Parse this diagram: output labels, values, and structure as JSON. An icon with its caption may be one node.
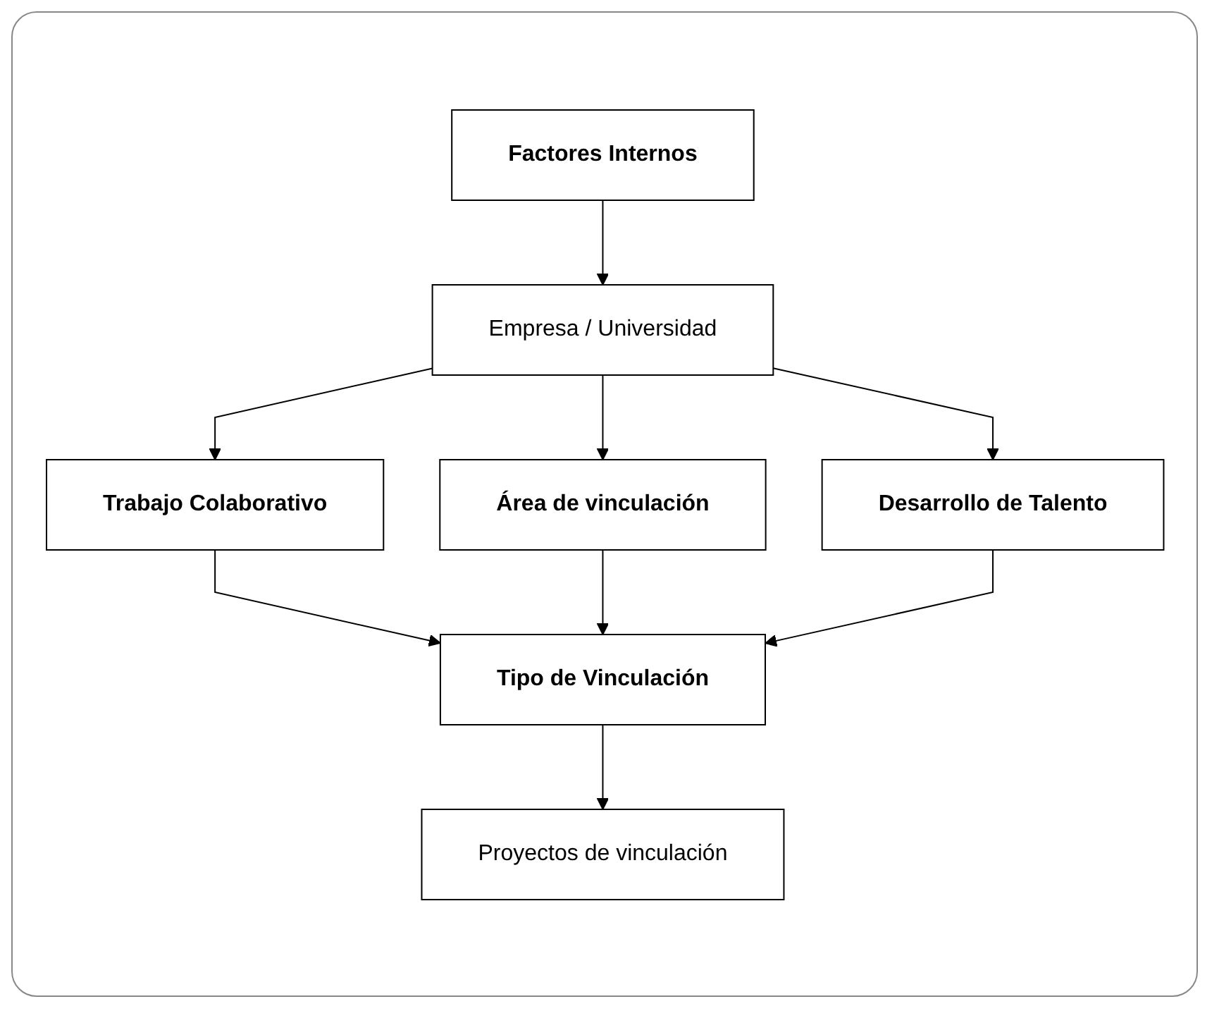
{
  "diagram": {
    "nodes": [
      {
        "text": [
          "Factores Internos"
        ]
      },
      {
        "text": [
          "Empresa / Universidad"
        ]
      },
      {
        "text": [
          "Trabajo Colaborativo"
        ]
      },
      {
        "text": [
          "Área de vinculación"
        ]
      },
      {
        "text": [
          "Desarrollo de Talento"
        ]
      },
      {
        "text": [
          "Tipo de Vinculación"
        ]
      },
      {
        "text": [
          "Proyectos de vinculación"
        ]
      }
    ],
    "edges": [
      {
        "from": 0,
        "to": 1,
        "arrow": "to"
      },
      {
        "from": 1,
        "to": 2,
        "arrow": "to"
      },
      {
        "from": 1,
        "to": 3,
        "arrow": "to"
      },
      {
        "from": 1,
        "to": 4,
        "arrow": "to"
      },
      {
        "from": 2,
        "to": 5,
        "arrow": "to"
      },
      {
        "from": 3,
        "to": 5,
        "arrow": "to"
      },
      {
        "from": 4,
        "to": 5,
        "arrow": "to"
      },
      {
        "from": 5,
        "to": 6,
        "arrow": "to"
      }
    ]
  }
}
